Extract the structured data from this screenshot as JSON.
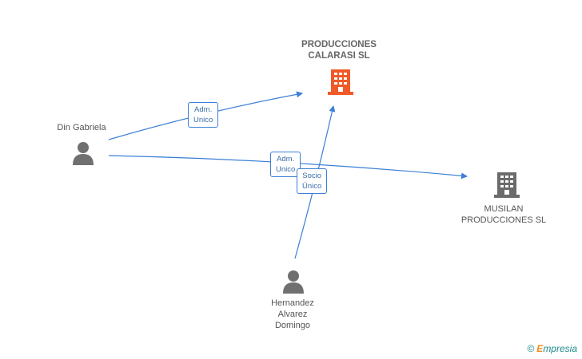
{
  "nodes": {
    "producciones_calarasi": {
      "label": "PRODUCCIONES\nCALARASI SL",
      "type": "company",
      "highlighted": true
    },
    "musilan": {
      "label": "MUSILAN\nPRODUCCIONES SL",
      "type": "company",
      "highlighted": false
    },
    "din_gabriela": {
      "label": "Din Gabriela",
      "type": "person"
    },
    "hernandez": {
      "label": "Hernandez\nAlvarez\nDomingo",
      "type": "person"
    }
  },
  "edges": [
    {
      "from": "din_gabriela",
      "to": "producciones_calarasi",
      "label": "Adm.\nUnico"
    },
    {
      "from": "din_gabriela",
      "to": "musilan",
      "label": "Adm.\nUnico"
    },
    {
      "from": "hernandez",
      "to": "producciones_calarasi",
      "label": "Socio\nÚnico"
    }
  ],
  "colors": {
    "edge": "#3b7fd6",
    "highlight_company": "#f05a28",
    "company": "#666666",
    "person": "#707070"
  },
  "brand": {
    "copyright_symbol": "©",
    "name_first": "E",
    "name_rest": "mpresia"
  }
}
